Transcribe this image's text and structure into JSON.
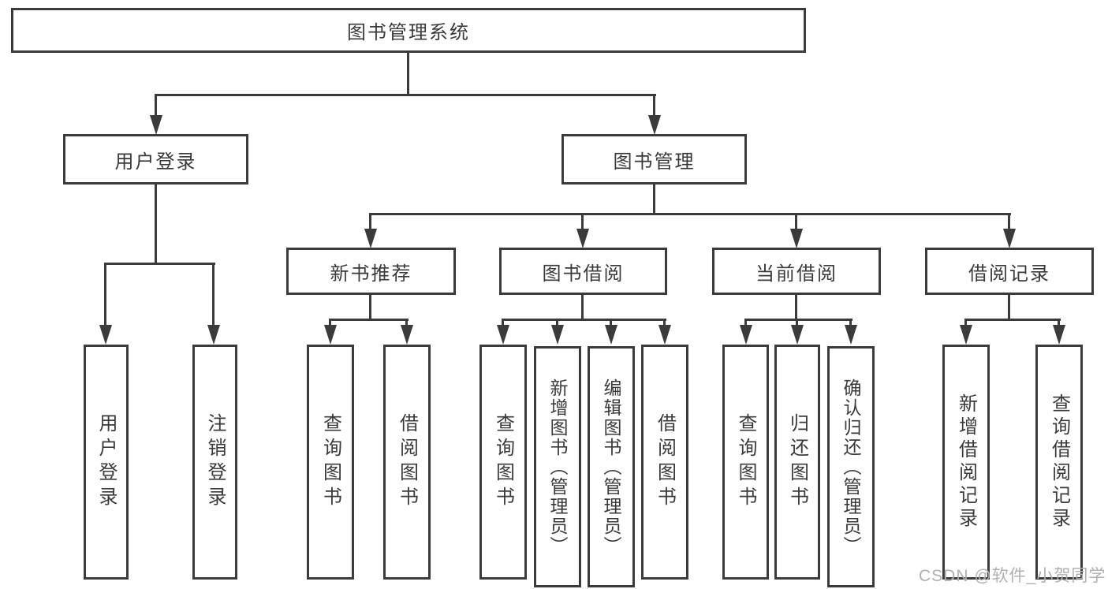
{
  "diagram": {
    "type": "tree",
    "nodes": {
      "root": {
        "label": "图书管理系统"
      },
      "user_login": {
        "label": "用户登录"
      },
      "book_mgmt": {
        "label": "图书管理"
      },
      "new_book_rec": {
        "label": "新书推荐"
      },
      "book_borrow": {
        "label": "图书借阅"
      },
      "current_borrow": {
        "label": "当前借阅"
      },
      "borrow_records": {
        "label": "借阅记录"
      },
      "ul_login": {
        "label": "用户登录"
      },
      "ul_logout": {
        "label": "注销登录"
      },
      "nbr_query": {
        "label": "查询图书"
      },
      "nbr_borrow": {
        "label": "借阅图书"
      },
      "bb_query": {
        "label": "查询图书"
      },
      "bb_add": {
        "label": "新增图书（管理员）"
      },
      "bb_edit": {
        "label": "编辑图书（管理员）"
      },
      "bb_borrow": {
        "label": "借阅图书"
      },
      "cb_query": {
        "label": "查询图书"
      },
      "cb_return": {
        "label": "归还图书"
      },
      "cb_confirm": {
        "label": "确认归还（管理员）"
      },
      "br_add": {
        "label": "新增借阅记录"
      },
      "br_query": {
        "label": "查询借阅记录"
      }
    },
    "edges": [
      [
        "图书管理系统",
        "用户登录"
      ],
      [
        "图书管理系统",
        "图书管理"
      ],
      [
        "用户登录",
        "用户登录"
      ],
      [
        "用户登录",
        "注销登录"
      ],
      [
        "图书管理",
        "新书推荐"
      ],
      [
        "图书管理",
        "图书借阅"
      ],
      [
        "图书管理",
        "当前借阅"
      ],
      [
        "图书管理",
        "借阅记录"
      ],
      [
        "新书推荐",
        "查询图书"
      ],
      [
        "新书推荐",
        "借阅图书"
      ],
      [
        "图书借阅",
        "查询图书"
      ],
      [
        "图书借阅",
        "新增图书（管理员）"
      ],
      [
        "图书借阅",
        "编辑图书（管理员）"
      ],
      [
        "图书借阅",
        "借阅图书"
      ],
      [
        "当前借阅",
        "查询图书"
      ],
      [
        "当前借阅",
        "归还图书"
      ],
      [
        "当前借阅",
        "确认归还（管理员）"
      ],
      [
        "借阅记录",
        "新增借阅记录"
      ],
      [
        "借阅记录",
        "查询借阅记录"
      ]
    ]
  },
  "watermark": {
    "text": "CSDN @软件_小贺同学"
  },
  "colors": {
    "line": "#3b3b3b",
    "text": "#3a3a3a",
    "watermark": "#b0b0b0",
    "background": "#ffffff"
  }
}
